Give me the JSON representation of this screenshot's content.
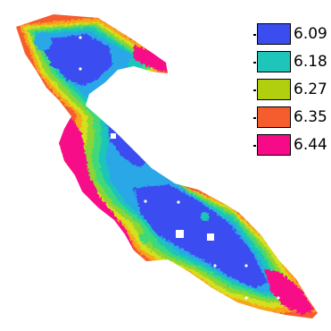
{
  "legend": {
    "items": [
      {
        "label": "6.09",
        "color": "#3a4ef0"
      },
      {
        "label": "6.18",
        "color": "#1fc5b9"
      },
      {
        "label": "6.27",
        "color": "#b2cf0f"
      },
      {
        "label": "6.35",
        "color": "#f55d2e"
      },
      {
        "label": "6.44",
        "color": "#f70a88"
      }
    ]
  },
  "map": {
    "colors": {
      "low": "#3a4ef0",
      "mid_low": "#2aa7e6",
      "mid": "#1fc5b9",
      "mid_green": "#40d97a",
      "green": "#8ad635",
      "yellow": "#d5df1a",
      "orange": "#f7a61b",
      "red": "#f55d2e",
      "high": "#f70a88"
    }
  }
}
